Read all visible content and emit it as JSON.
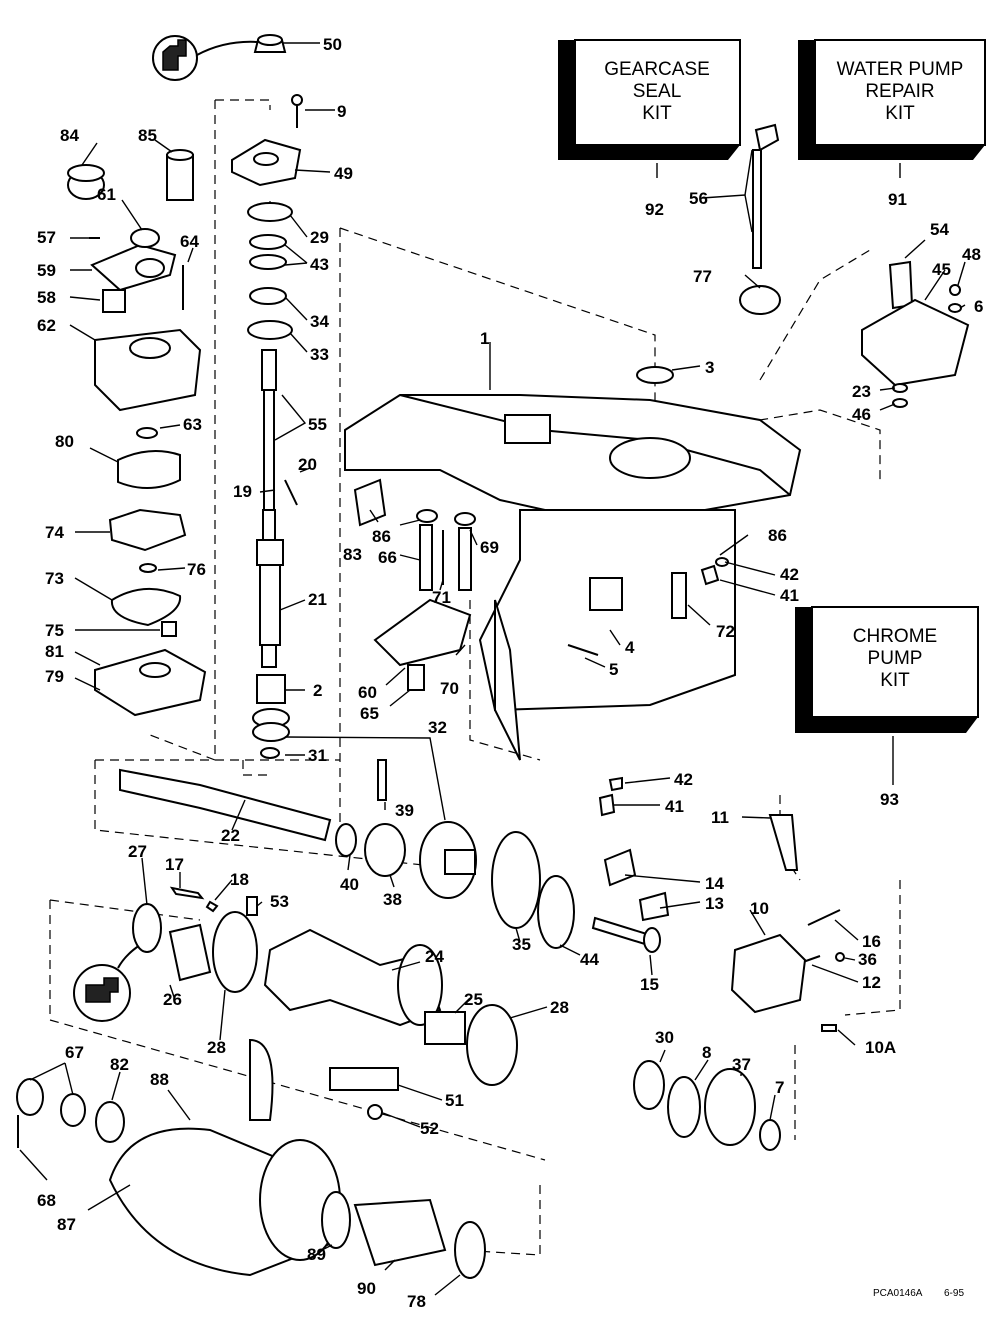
{
  "kits": [
    {
      "id": "92",
      "label": "GEARCASE\nSEAL\nKIT"
    },
    {
      "id": "91",
      "label": "WATER PUMP\nREPAIR\nKIT"
    },
    {
      "id": "93",
      "label": "CHROME\nPUMP\nKIT"
    }
  ],
  "parts": {
    "1": "1",
    "2": "2",
    "3": "3",
    "4": "4",
    "5": "5",
    "6": "6",
    "7": "7",
    "8": "8",
    "9": "9",
    "10": "10",
    "10A": "10A",
    "11": "11",
    "12": "12",
    "13": "13",
    "14": "14",
    "15": "15",
    "16": "16",
    "17": "17",
    "18": "18",
    "19": "19",
    "20": "20",
    "21": "21",
    "22": "22",
    "23": "23",
    "24": "24",
    "25": "25",
    "26": "26",
    "27": "27",
    "28a": "28",
    "28b": "28",
    "29": "29",
    "30": "30",
    "31": "31",
    "32": "32",
    "33": "33",
    "34": "34",
    "35": "35",
    "36": "36",
    "37": "37",
    "38": "38",
    "39": "39",
    "40": "40",
    "41a": "41",
    "41b": "41",
    "42a": "42",
    "42b": "42",
    "43": "43",
    "44": "44",
    "45": "45",
    "46": "46",
    "48": "48",
    "49": "49",
    "50": "50",
    "51": "51",
    "52": "52",
    "53": "53",
    "54": "54",
    "55": "55",
    "56": "56",
    "57": "57",
    "58": "58",
    "59": "59",
    "60": "60",
    "61": "61",
    "62": "62",
    "63": "63",
    "64": "64",
    "65": "65",
    "66": "66",
    "67": "67",
    "68": "68",
    "69": "69",
    "70": "70",
    "71": "71",
    "72": "72",
    "73": "73",
    "74": "74",
    "75": "75",
    "76": "76",
    "77": "77",
    "78": "78",
    "79": "79",
    "80": "80",
    "81": "81",
    "82": "82",
    "83": "83",
    "84": "84",
    "85": "85",
    "86a": "86",
    "86b": "86",
    "87": "87",
    "88": "88",
    "89": "89",
    "90": "90"
  },
  "footer": {
    "drawing_code": "PCA0146A",
    "date": "6-95"
  }
}
